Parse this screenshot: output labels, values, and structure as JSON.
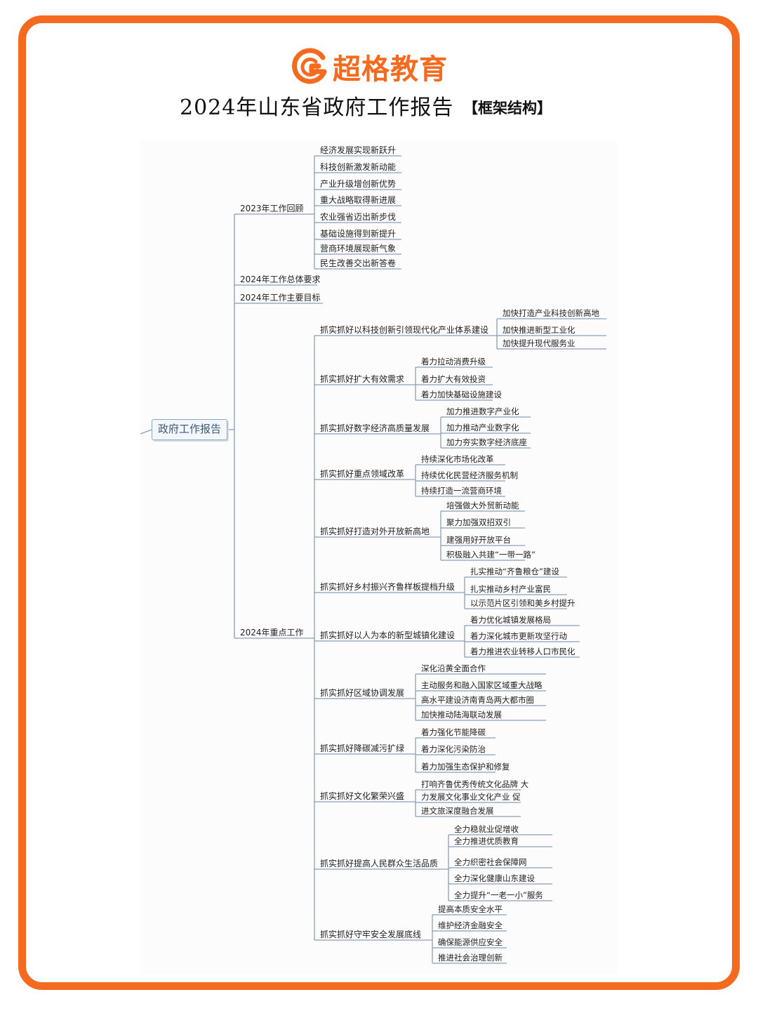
{
  "brand": {
    "name": "超格教育",
    "color": "#f46b1f"
  },
  "header": {
    "title": "2024年山东省政府工作报告",
    "tag": "【框架结构】"
  },
  "mindmap": {
    "root": "政府工作报告",
    "branches": [
      {
        "label": "2023年工作回顾",
        "children": [
          {
            "label": "经济发展实现新跃升"
          },
          {
            "label": "科技创新激发新动能"
          },
          {
            "label": "产业升级增创新优势"
          },
          {
            "label": "重大战略取得新进展"
          },
          {
            "label": "农业强省迈出新步伐"
          },
          {
            "label": "基础设施得到新提升"
          },
          {
            "label": "营商环境展现新气象"
          },
          {
            "label": "民生改善交出新答卷"
          }
        ]
      },
      {
        "label": "2024年工作总体要求",
        "children": []
      },
      {
        "label": "2024年工作主要目标",
        "children": []
      },
      {
        "label": "2024年重点工作",
        "children": [
          {
            "label": "抓实抓好以科技创新引领现代化产业体系建设",
            "children": [
              "加快打造产业科技创新高地",
              "加快推进新型工业化",
              "加快提升现代服务业"
            ]
          },
          {
            "label": "抓实抓好扩大有效需求",
            "children": [
              "着力拉动消费升级",
              "着力扩大有效投资",
              "着力加快基础设施建设"
            ]
          },
          {
            "label": "抓实抓好数字经济高质量发展",
            "children": [
              "加力推进数字产业化",
              "加力推动产业数字化",
              "加力夯实数字经济底座"
            ]
          },
          {
            "label": "抓实抓好重点领域改革",
            "children": [
              "持续深化市场化改革",
              "持续优化民营经济服务机制",
              "持续打造一流营商环境"
            ]
          },
          {
            "label": "抓实抓好打造对外开放新高地",
            "children": [
              "培强做大外贸新动能",
              "聚力加强双招双引",
              "建强用好开放平台",
              "积极融入共建“一带一路”"
            ]
          },
          {
            "label": "抓实抓好乡村振兴齐鲁样板提档升级",
            "children": [
              "扎实推动“齐鲁粮仓”建设",
              "扎实推动乡村产业富民",
              "以示范片区引领和美乡村提升"
            ]
          },
          {
            "label": "抓实抓好以人为本的新型城镇化建设",
            "children": [
              "着力优化城镇发展格局",
              "着力深化城市更新攻坚行动",
              "着力推进农业转移人口市民化"
            ]
          },
          {
            "label": "抓实抓好区域协调发展",
            "children": [
              "深化沿黄全面合作",
              "主动服务和融入国家区域重大战略",
              "高水平建设济南青岛两大都市圈",
              "加快推动陆海联动发展"
            ]
          },
          {
            "label": "抓实抓好降碳减污扩绿",
            "children": [
              "着力强化节能降碳",
              "着力深化污染防治",
              "着力加强生态保护和修复"
            ]
          },
          {
            "label": "抓实抓好文化繁荣兴盛",
            "children": [
              "打响齐鲁优秀传统文化品牌 大",
              "力发展文化事业文化产业 促",
              "进文旅深度融合发展"
            ]
          },
          {
            "label": "抓实抓好提高人民群众生活品质",
            "children": [
              "全力稳就业促增收",
              "全力推进优质教育",
              "全力织密社会保障网",
              "全力深化健康山东建设",
              "全力提升“一老一小”服务"
            ]
          },
          {
            "label": "抓实抓好守牢安全发展底线",
            "children": [
              "提高本质安全水平",
              "维护经济金融安全",
              "确保能源供应安全",
              "推进社会治理创新"
            ]
          }
        ]
      }
    ]
  }
}
